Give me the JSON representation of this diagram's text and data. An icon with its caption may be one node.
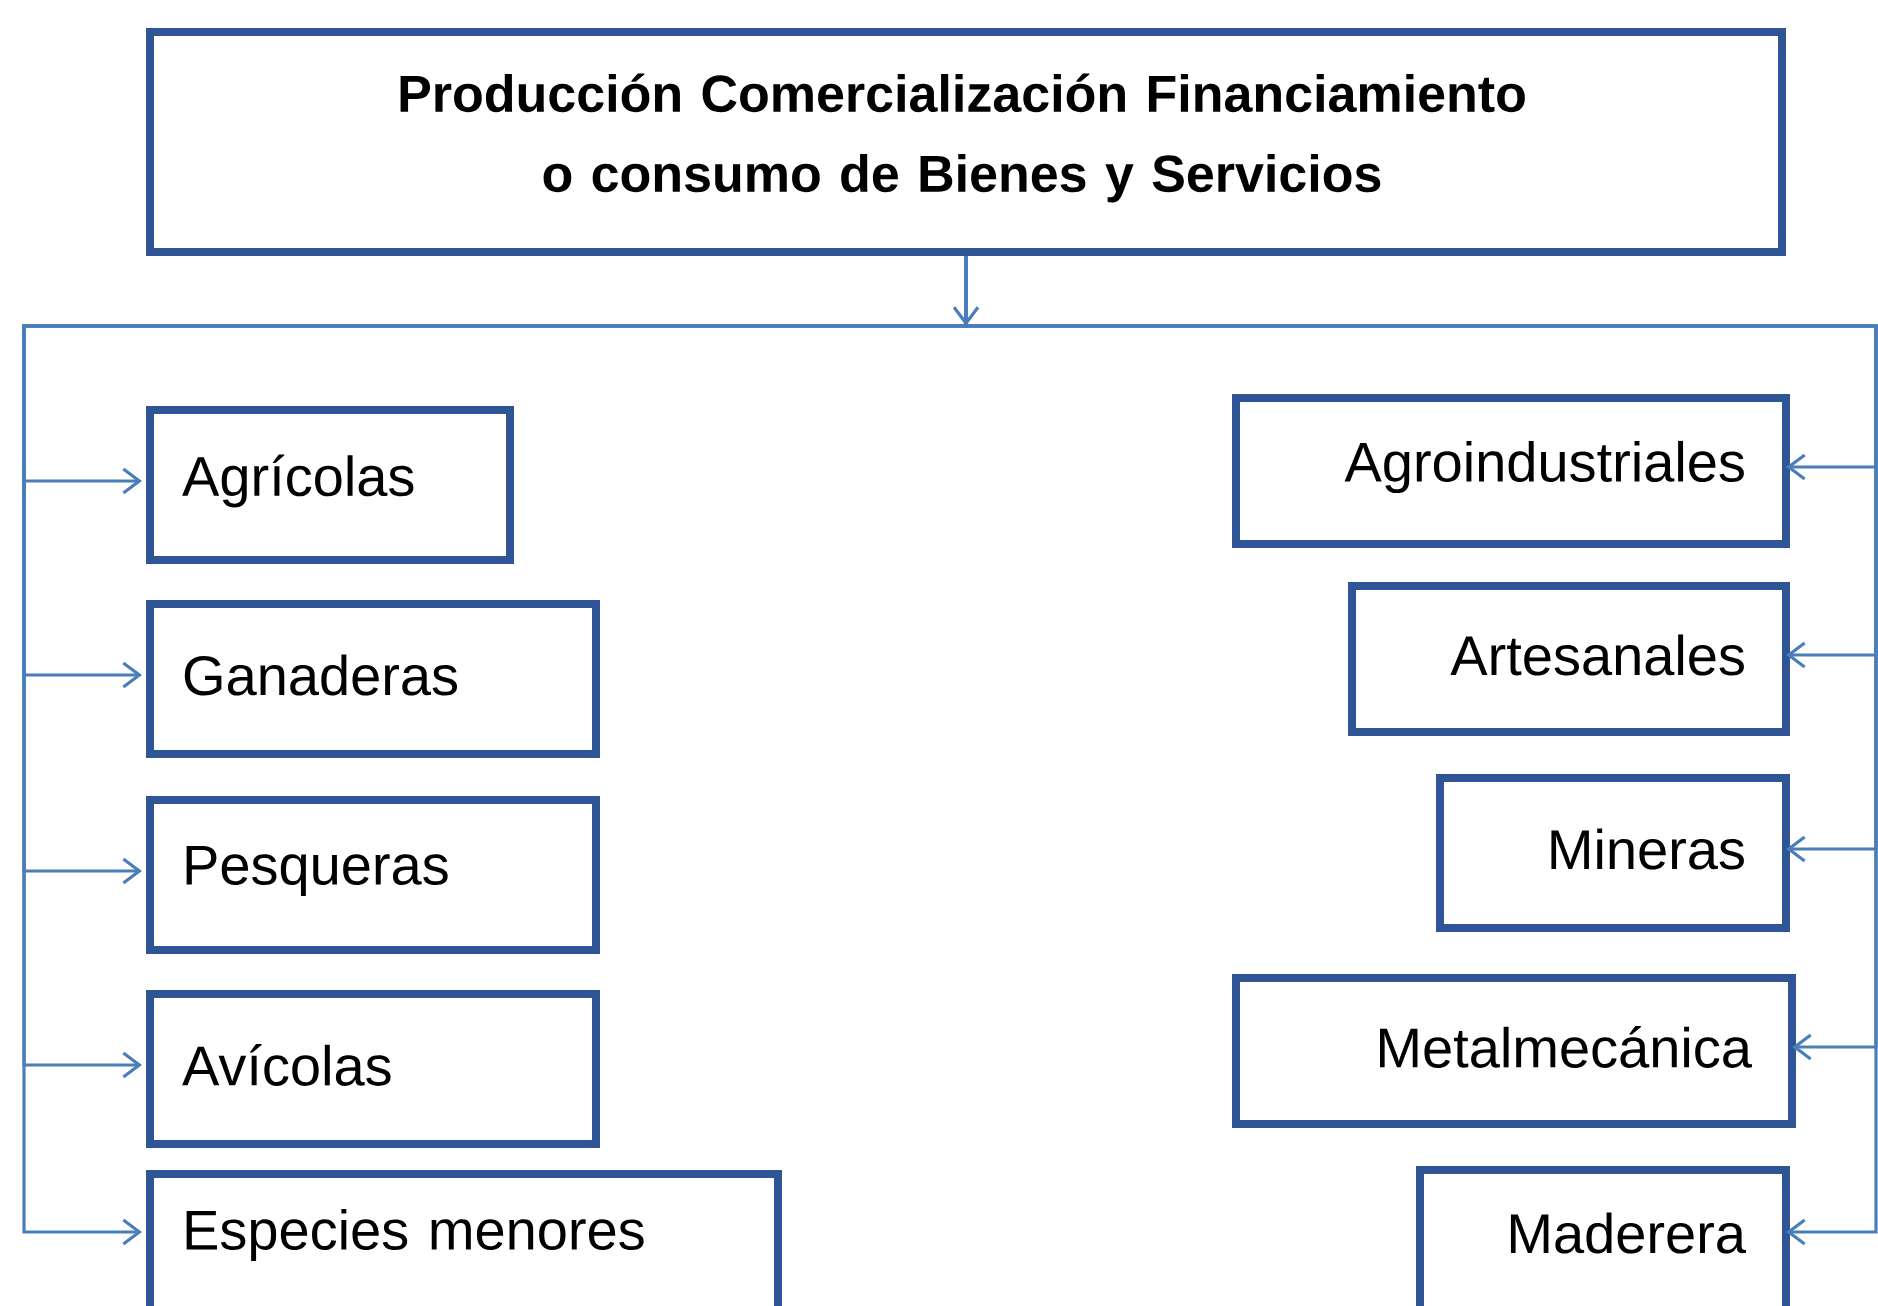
{
  "diagram": {
    "nodes": [
      {
        "text": [
          "Producción Comercialización Financiamiento o consumo de Bienes y Servicios"
        ]
      },
      {
        "text": [
          "Agrícolas"
        ]
      },
      {
        "text": [
          "Ganaderas"
        ]
      },
      {
        "text": [
          "Pesqueras"
        ]
      },
      {
        "text": [
          "Avícolas"
        ]
      },
      {
        "text": [
          "Especies menores"
        ]
      },
      {
        "text": [
          "Agroindustriales"
        ]
      },
      {
        "text": [
          "Artesanales"
        ]
      },
      {
        "text": [
          "Mineras"
        ]
      },
      {
        "text": [
          "Metalmecánica"
        ]
      },
      {
        "text": [
          "Maderera"
        ]
      }
    ],
    "edges": [
      {
        "from": 0,
        "to": 1,
        "arrow": "to"
      },
      {
        "from": 0,
        "to": 2,
        "arrow": "to"
      },
      {
        "from": 0,
        "to": 3,
        "arrow": "to"
      },
      {
        "from": 0,
        "to": 4,
        "arrow": "to"
      },
      {
        "from": 0,
        "to": 5,
        "arrow": "to"
      },
      {
        "from": 0,
        "to": 6,
        "arrow": "to"
      },
      {
        "from": 0,
        "to": 7,
        "arrow": "to"
      },
      {
        "from": 0,
        "to": 8,
        "arrow": "to"
      },
      {
        "from": 0,
        "to": 9,
        "arrow": "to"
      },
      {
        "from": 0,
        "to": 10,
        "arrow": "to"
      }
    ]
  }
}
